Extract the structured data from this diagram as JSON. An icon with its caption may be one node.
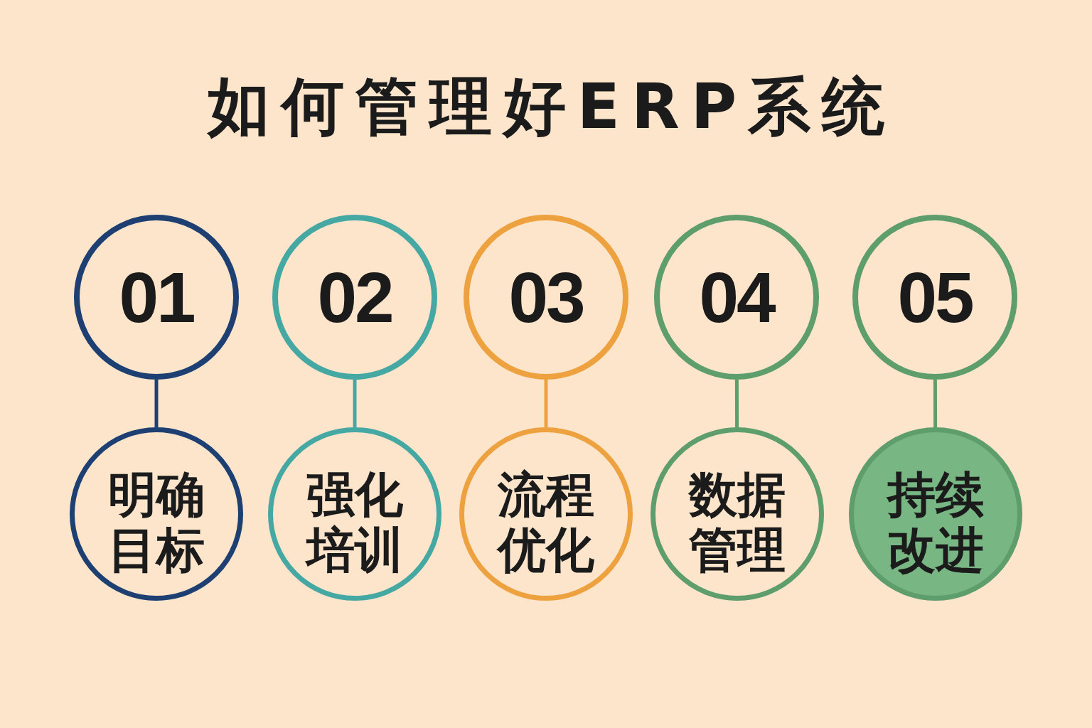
{
  "diagram": {
    "title": "如何管理好ERP系统",
    "nodes": [
      {
        "text": [
          "01"
        ]
      },
      {
        "text": [
          "02"
        ]
      },
      {
        "text": [
          "03"
        ]
      },
      {
        "text": [
          "04"
        ]
      },
      {
        "text": [
          "05"
        ]
      },
      {
        "text": [
          "明确目标"
        ]
      },
      {
        "text": [
          "强化培训"
        ]
      },
      {
        "text": [
          "流程优化"
        ]
      },
      {
        "text": [
          "数据管理"
        ]
      },
      {
        "text": [
          "持续改进"
        ]
      }
    ],
    "edges": [
      {
        "from": 0,
        "to": 5,
        "arrow": "none",
        "color": "#1d3f72"
      },
      {
        "from": 1,
        "to": 6,
        "arrow": "none",
        "color": "#46a8a3"
      },
      {
        "from": 2,
        "to": 7,
        "arrow": "none",
        "color": "#eea23f"
      },
      {
        "from": 3,
        "to": 8,
        "arrow": "none"
      },
      {
        "from": 4,
        "to": 9,
        "arrow": "none"
      }
    ]
  }
}
